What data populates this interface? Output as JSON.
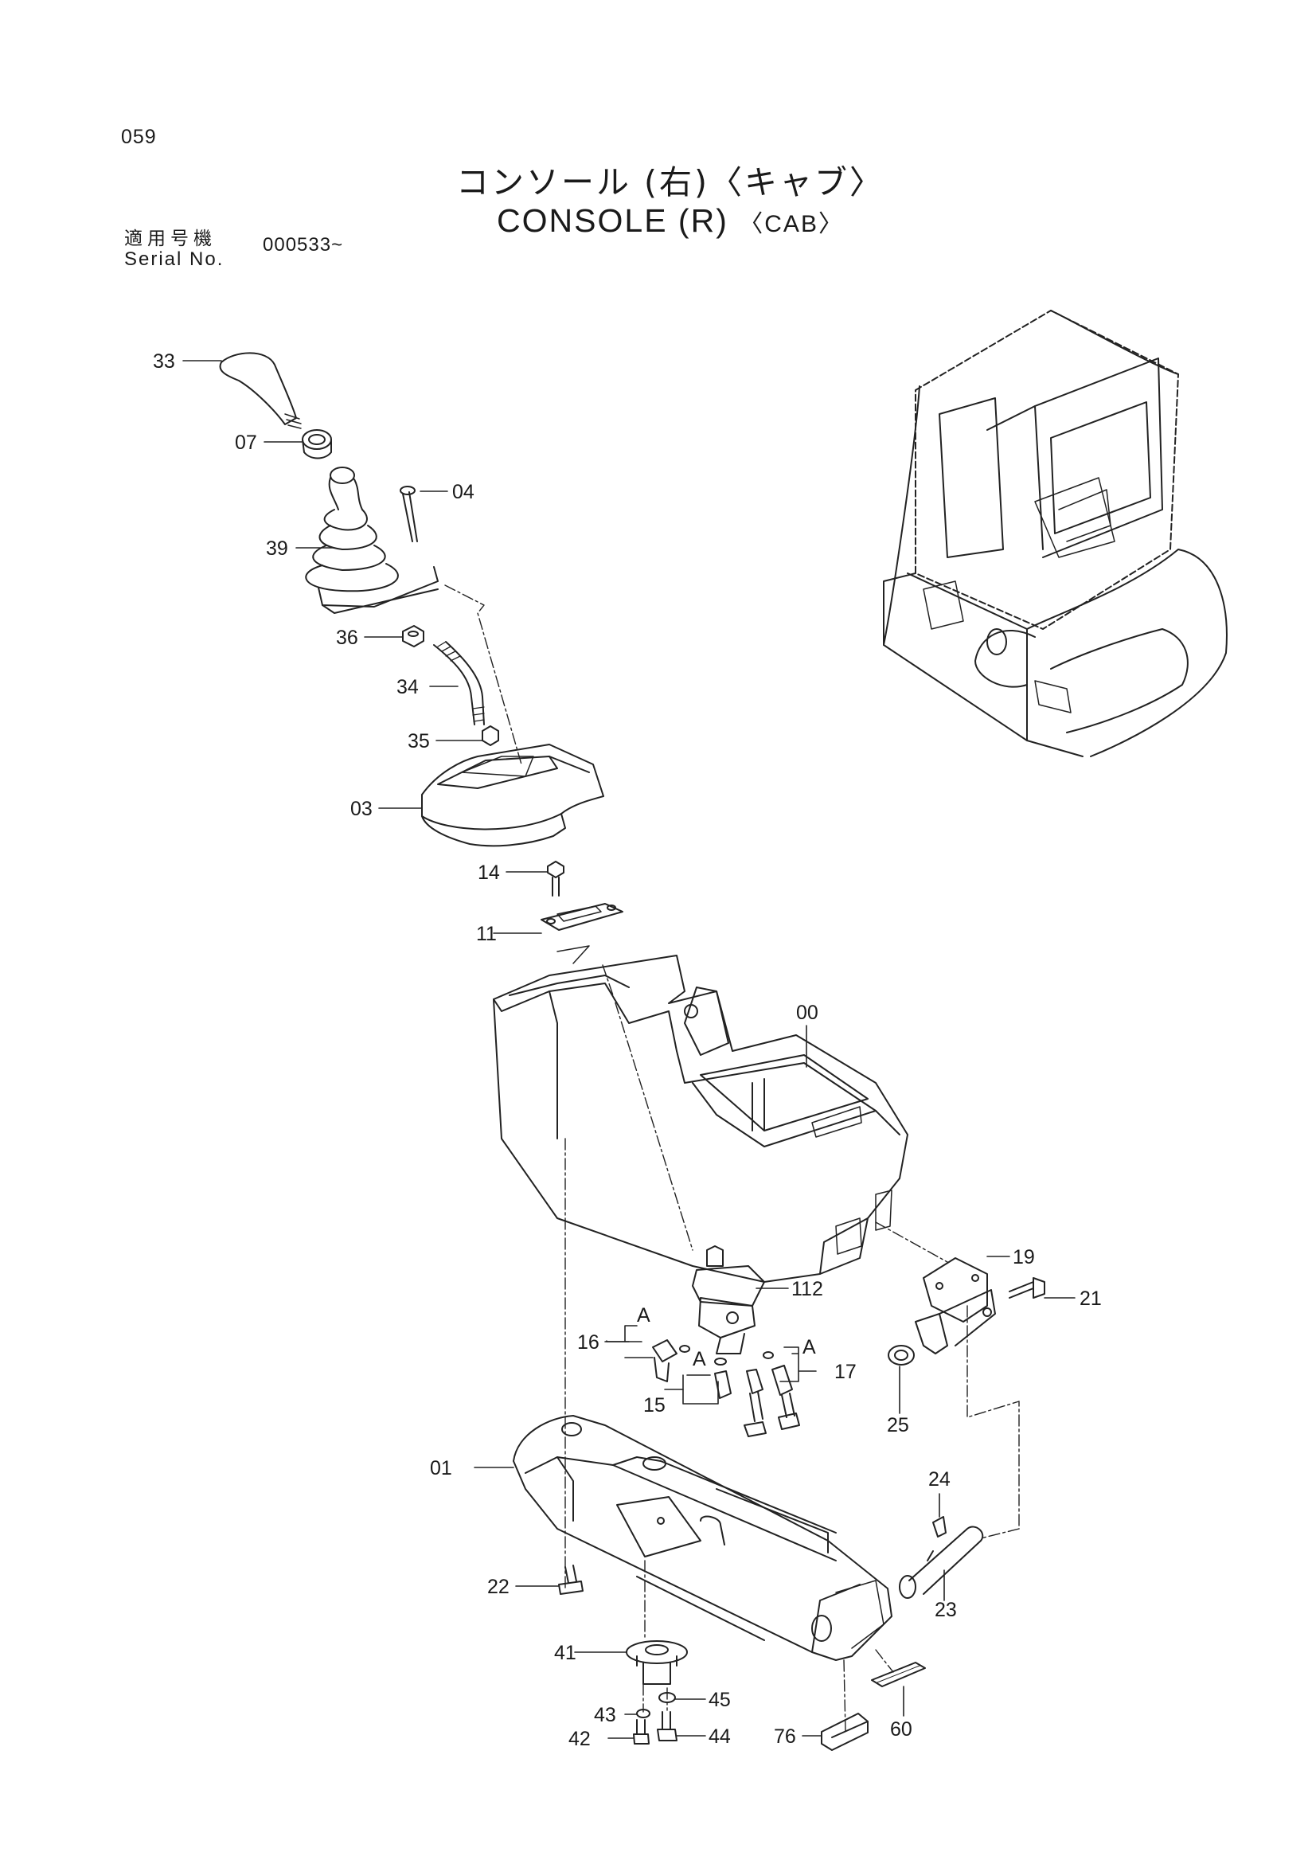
{
  "page_number": "059",
  "title_jp": "コンソール (右)〈キャブ〉",
  "title_en_main": "CONSOLE (R)",
  "title_en_sub": "〈CAB〉",
  "serial_label_jp": "適用号機",
  "serial_label_en": "Serial No.",
  "serial_value": "000533~",
  "callouts": [
    {
      "id": "33",
      "text": "33"
    },
    {
      "id": "07",
      "text": "07"
    },
    {
      "id": "04",
      "text": "04"
    },
    {
      "id": "39",
      "text": "39"
    },
    {
      "id": "36",
      "text": "36"
    },
    {
      "id": "34",
      "text": "34"
    },
    {
      "id": "35",
      "text": "35"
    },
    {
      "id": "03",
      "text": "03"
    },
    {
      "id": "14",
      "text": "14"
    },
    {
      "id": "11",
      "text": "11"
    },
    {
      "id": "00",
      "text": "00"
    },
    {
      "id": "19",
      "text": "19"
    },
    {
      "id": "112",
      "text": "112"
    },
    {
      "id": "21",
      "text": "21"
    },
    {
      "id": "16",
      "text": "16"
    },
    {
      "id": "A1",
      "text": "A"
    },
    {
      "id": "A2",
      "text": "A"
    },
    {
      "id": "A3",
      "text": "A"
    },
    {
      "id": "15",
      "text": "15"
    },
    {
      "id": "17",
      "text": "17"
    },
    {
      "id": "25",
      "text": "25"
    },
    {
      "id": "01",
      "text": "01"
    },
    {
      "id": "24",
      "text": "24"
    },
    {
      "id": "22",
      "text": "22"
    },
    {
      "id": "23",
      "text": "23"
    },
    {
      "id": "41",
      "text": "41"
    },
    {
      "id": "45",
      "text": "45"
    },
    {
      "id": "43",
      "text": "43"
    },
    {
      "id": "42",
      "text": "42"
    },
    {
      "id": "44",
      "text": "44"
    },
    {
      "id": "76",
      "text": "76"
    },
    {
      "id": "60",
      "text": "60"
    }
  ]
}
